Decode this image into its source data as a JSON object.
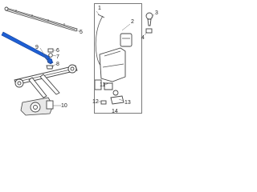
{
  "diagram": {
    "callouts": [
      {
        "id": "c1",
        "text": "1"
      },
      {
        "id": "c2",
        "text": "2"
      },
      {
        "id": "c3",
        "text": "3"
      },
      {
        "id": "c4",
        "text": "4"
      },
      {
        "id": "c5",
        "text": "5"
      },
      {
        "id": "c6",
        "text": "6"
      },
      {
        "id": "c7",
        "text": "7"
      },
      {
        "id": "c8",
        "text": "8"
      },
      {
        "id": "c9",
        "text": "9"
      },
      {
        "id": "c10",
        "text": "10"
      },
      {
        "id": "c11",
        "text": "11"
      },
      {
        "id": "c12",
        "text": "12"
      },
      {
        "id": "c13",
        "text": "13"
      },
      {
        "id": "c14",
        "text": "14"
      }
    ],
    "highlight_color": "#1e5fd4",
    "line_color": "#555555"
  }
}
